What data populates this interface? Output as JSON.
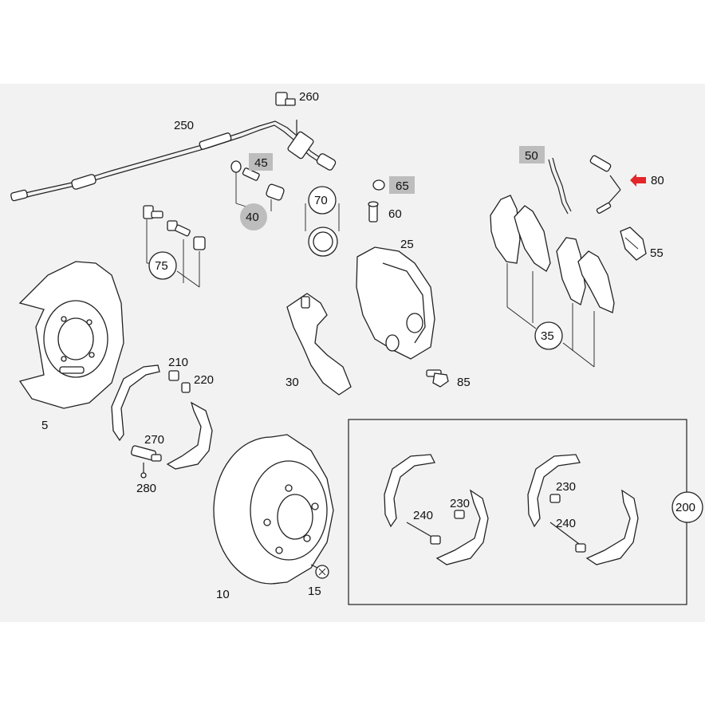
{
  "labels": {
    "p250": "250",
    "p260": "260",
    "p45": "45",
    "p40": "40",
    "p70": "70",
    "p65": "65",
    "p60": "60",
    "p25": "25",
    "p50": "50",
    "p80": "80",
    "p55": "55",
    "p75": "75",
    "p35": "35",
    "p5": "5",
    "p210": "210",
    "p220": "220",
    "p270": "270",
    "p280": "280",
    "p30": "30",
    "p85": "85",
    "p10": "10",
    "p15": "15",
    "p240a": "240",
    "p230a": "230",
    "p230b": "230",
    "p240b": "240",
    "p200": "200"
  },
  "highlighted_parts": [
    "45",
    "40",
    "65",
    "50"
  ],
  "colors": {
    "background": "#f2f2f2",
    "highlight": "#bdbdbd",
    "arrow": "#e3262a",
    "line": "#222222"
  },
  "icons": {
    "pointer": "red-arrow-icon"
  }
}
